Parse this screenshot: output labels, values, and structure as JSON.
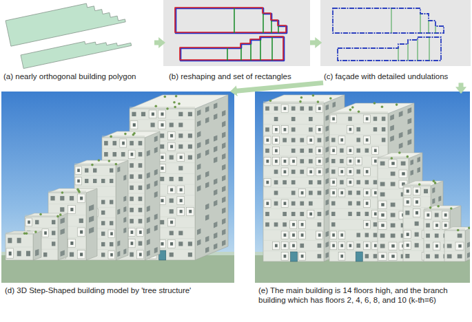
{
  "diagram": {
    "nodes": [
      {
        "text": [
          "(a) nearly orthogonal building polygon"
        ]
      },
      {
        "text": [
          "(b) reshaping and set of rectangles"
        ]
      },
      {
        "text": [
          "(c) façade with detailed undulations"
        ]
      },
      {
        "text": [
          "(d) 3D Step-Shaped building model by 'tree structure'"
        ]
      },
      {
        "text": [
          "(e) The main building is 14 floors high, and the branch building which has floors 2, 4, 6, 8, and 10 (k-th=6)"
        ]
      }
    ],
    "edges": [
      {
        "from": 0,
        "to": 1,
        "arrow": "to"
      },
      {
        "from": 1,
        "to": 2,
        "arrow": "to"
      },
      {
        "from": 2,
        "to": 3,
        "arrow": "to"
      },
      {
        "from": 2,
        "to": 4,
        "arrow": "to"
      }
    ]
  }
}
